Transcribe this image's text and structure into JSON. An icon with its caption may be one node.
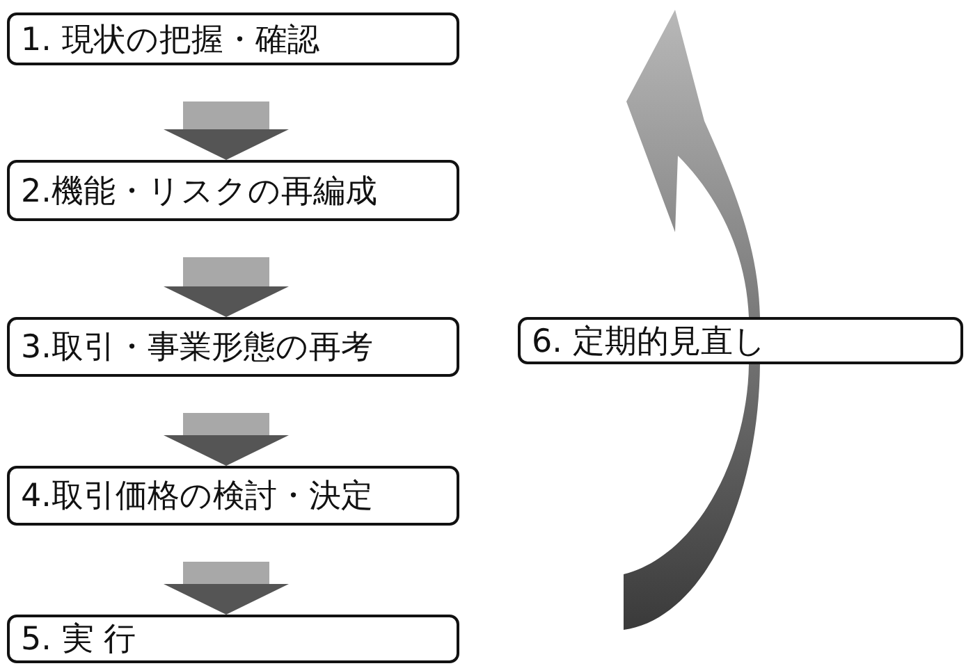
{
  "diagram": {
    "nodes": [
      {
        "text": [
          "1. 現状の把握・確認"
        ]
      },
      {
        "text": [
          "2.機能・リスクの再編成"
        ]
      },
      {
        "text": [
          "3.取引・事業形態の再考"
        ]
      },
      {
        "text": [
          "4.取引価格の検討・決定"
        ]
      },
      {
        "text": [
          "5. 実 行"
        ]
      },
      {
        "text": [
          "6. 定期的見直し"
        ]
      }
    ],
    "edges": [
      {
        "from": 0,
        "to": 1,
        "arrow": "to"
      },
      {
        "from": 1,
        "to": 2,
        "arrow": "to"
      },
      {
        "from": 2,
        "to": 3,
        "arrow": "to"
      },
      {
        "from": 3,
        "to": 4,
        "arrow": "to"
      }
    ]
  }
}
